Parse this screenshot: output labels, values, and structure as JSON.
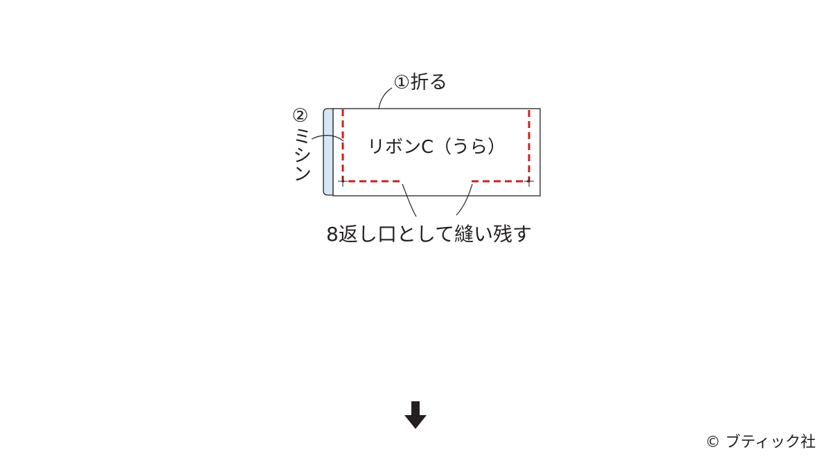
{
  "labels": {
    "fold": "①折る",
    "machine_stitch": "②ミシン",
    "ribbon": "リボンC（うら）",
    "opening": "8返し口として縫い残す"
  },
  "copyright": "© ブティック社",
  "colors": {
    "stitch_line": "#cc1f1f",
    "folded_edge": "#d6e6f5",
    "outline": "#231f20"
  },
  "icons": {
    "next_step": "down-arrow-icon"
  }
}
